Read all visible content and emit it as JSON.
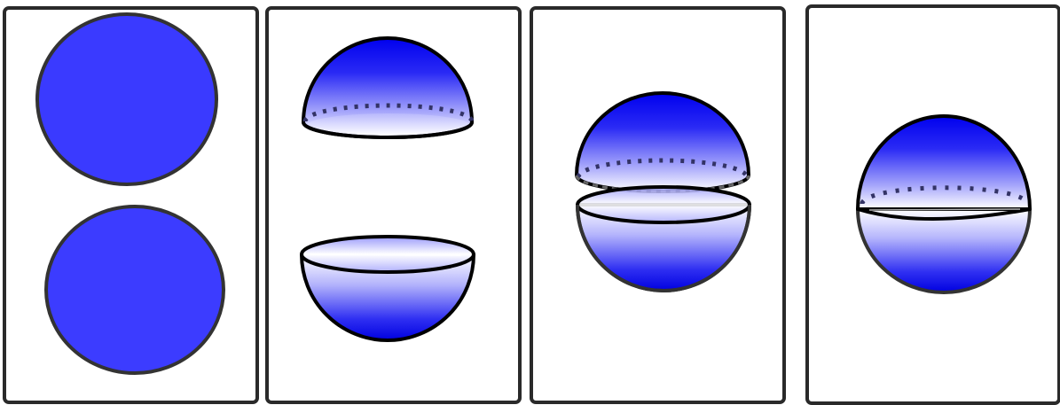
{
  "diagram": {
    "panels": [
      {
        "id": "two-discs",
        "description_step": 1
      },
      {
        "id": "hemispheres-apart",
        "description_step": 2
      },
      {
        "id": "hemispheres-overlapping",
        "description_step": 3
      },
      {
        "id": "joined-sphere",
        "description_step": 4
      }
    ]
  },
  "colors": {
    "frame": "#2a2a2a",
    "disc_fill": "#3a3aff",
    "disc_stroke": "#333333",
    "deep_blue": "#0000ee",
    "pale": "#ffffff",
    "outline": "#000000",
    "dotted": "#333366"
  }
}
